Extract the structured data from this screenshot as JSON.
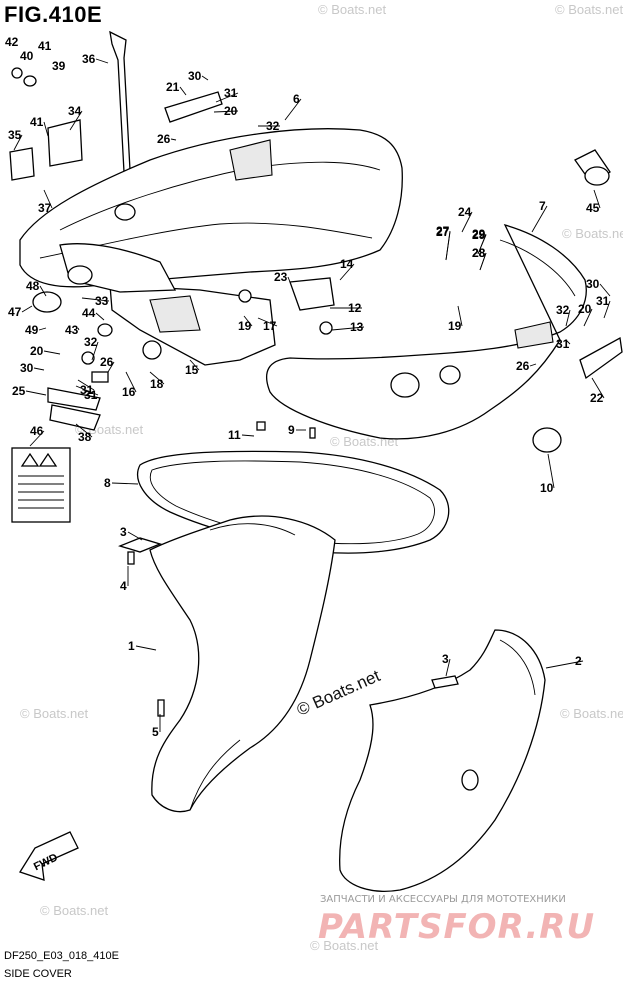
{
  "figure": {
    "title": "FIG.410E",
    "code": "DF250_E03_018_410E",
    "caption": "SIDE COVER"
  },
  "watermarks": {
    "repeat": "© Boats.net",
    "main": "© Boats.net",
    "brand_tagline": "ЗАПЧАСТИ И АКСЕССУАРЫ ДЛЯ МОТОТЕХНИКИ",
    "brand_name": "PARTSFOR.RU"
  },
  "fwd_label": "FWD",
  "callouts": [
    "42",
    "40",
    "41",
    "39",
    "36",
    "30",
    "21",
    "31",
    "20",
    "6",
    "32",
    "26",
    "34",
    "35",
    "37",
    "41",
    "24",
    "7",
    "27",
    "29",
    "28",
    "45",
    "23",
    "14",
    "12",
    "13",
    "48",
    "33",
    "47",
    "44",
    "43",
    "49",
    "17",
    "19",
    "20",
    "26",
    "31",
    "18",
    "16",
    "15",
    "30",
    "31",
    "32",
    "25",
    "38",
    "46",
    "11",
    "9",
    "10",
    "22",
    "8",
    "3",
    "4",
    "1",
    "2",
    "3",
    "5",
    "27",
    "29",
    "28",
    "19",
    "30",
    "31",
    "32",
    "20",
    "31",
    "26"
  ],
  "colors": {
    "line": "#000000",
    "watermark": "#c8c8c8",
    "brand": "#f2b4b4"
  }
}
